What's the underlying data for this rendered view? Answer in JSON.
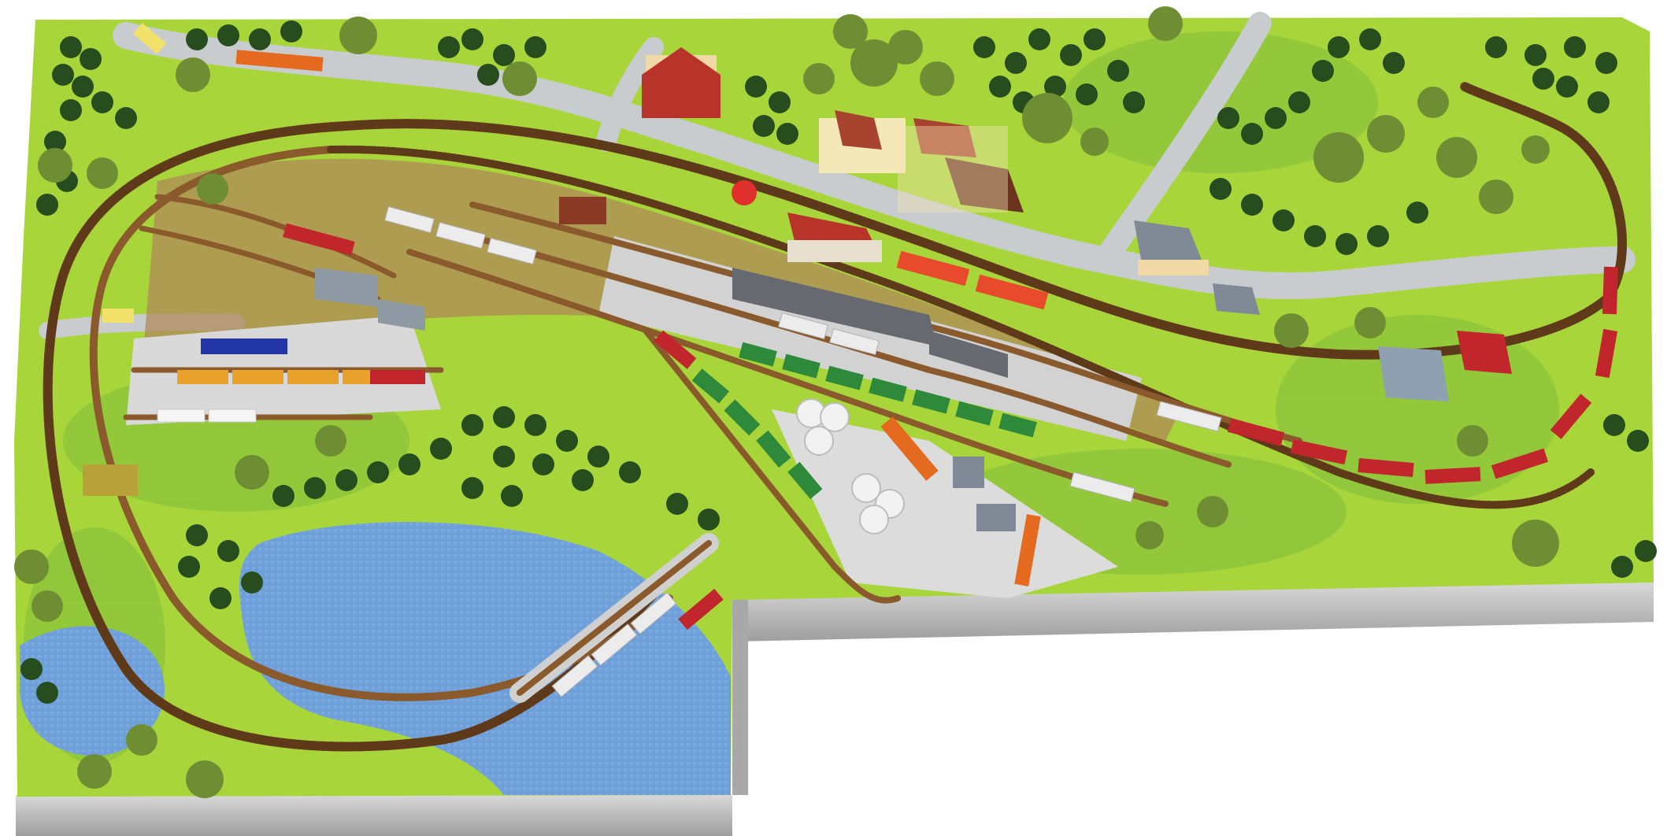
{
  "image": {
    "kind": "model railway layout plan (top-down illustration)",
    "visible_text": []
  },
  "colors": {
    "background": "#ffffff",
    "grass_light": "#a8d63a",
    "grass_mid": "#8cc43a",
    "grass_dark": "#5d9c2c",
    "forest_dark": "#274d1f",
    "tree_round": "#6f8e34",
    "water": "#6f9fd8",
    "water_light": "#8bb6e6",
    "road": "#c9cccf",
    "yard_ground": "#b08a5a",
    "platform": "#d7d7d7",
    "track_rail": "#8a5a2c",
    "track_tie": "#5e3a1a",
    "base_edge": "#b9b9b9",
    "train_red": "#c0262c",
    "train_green": "#2e8a3a",
    "roof_red": "#b8342a",
    "roof_brown": "#6b3320",
    "roof_grey": "#7f8a96",
    "truck_orange": "#e36a1f"
  },
  "scene": {
    "regions": [
      "grass-base",
      "lake",
      "forest-north",
      "forest-south",
      "station-yard",
      "goods-yard",
      "tank-depot",
      "village"
    ],
    "tracks": [
      "outer-loop",
      "inner-loop",
      "station-tracks",
      "goods-sidings",
      "branch-to-depot"
    ],
    "trains": [
      {
        "name": "red-express",
        "color": "#c0262c"
      },
      {
        "name": "green-tank-train",
        "color": "#2e8a3a"
      },
      {
        "name": "white-freight",
        "color": "#e8e8e8"
      },
      {
        "name": "orange-wagons",
        "color": "#e8a12a"
      }
    ],
    "buildings": [
      "station-building",
      "village-houses",
      "farmhouse",
      "grey-villa",
      "goods-shed",
      "tank-silos",
      "red-house"
    ]
  }
}
